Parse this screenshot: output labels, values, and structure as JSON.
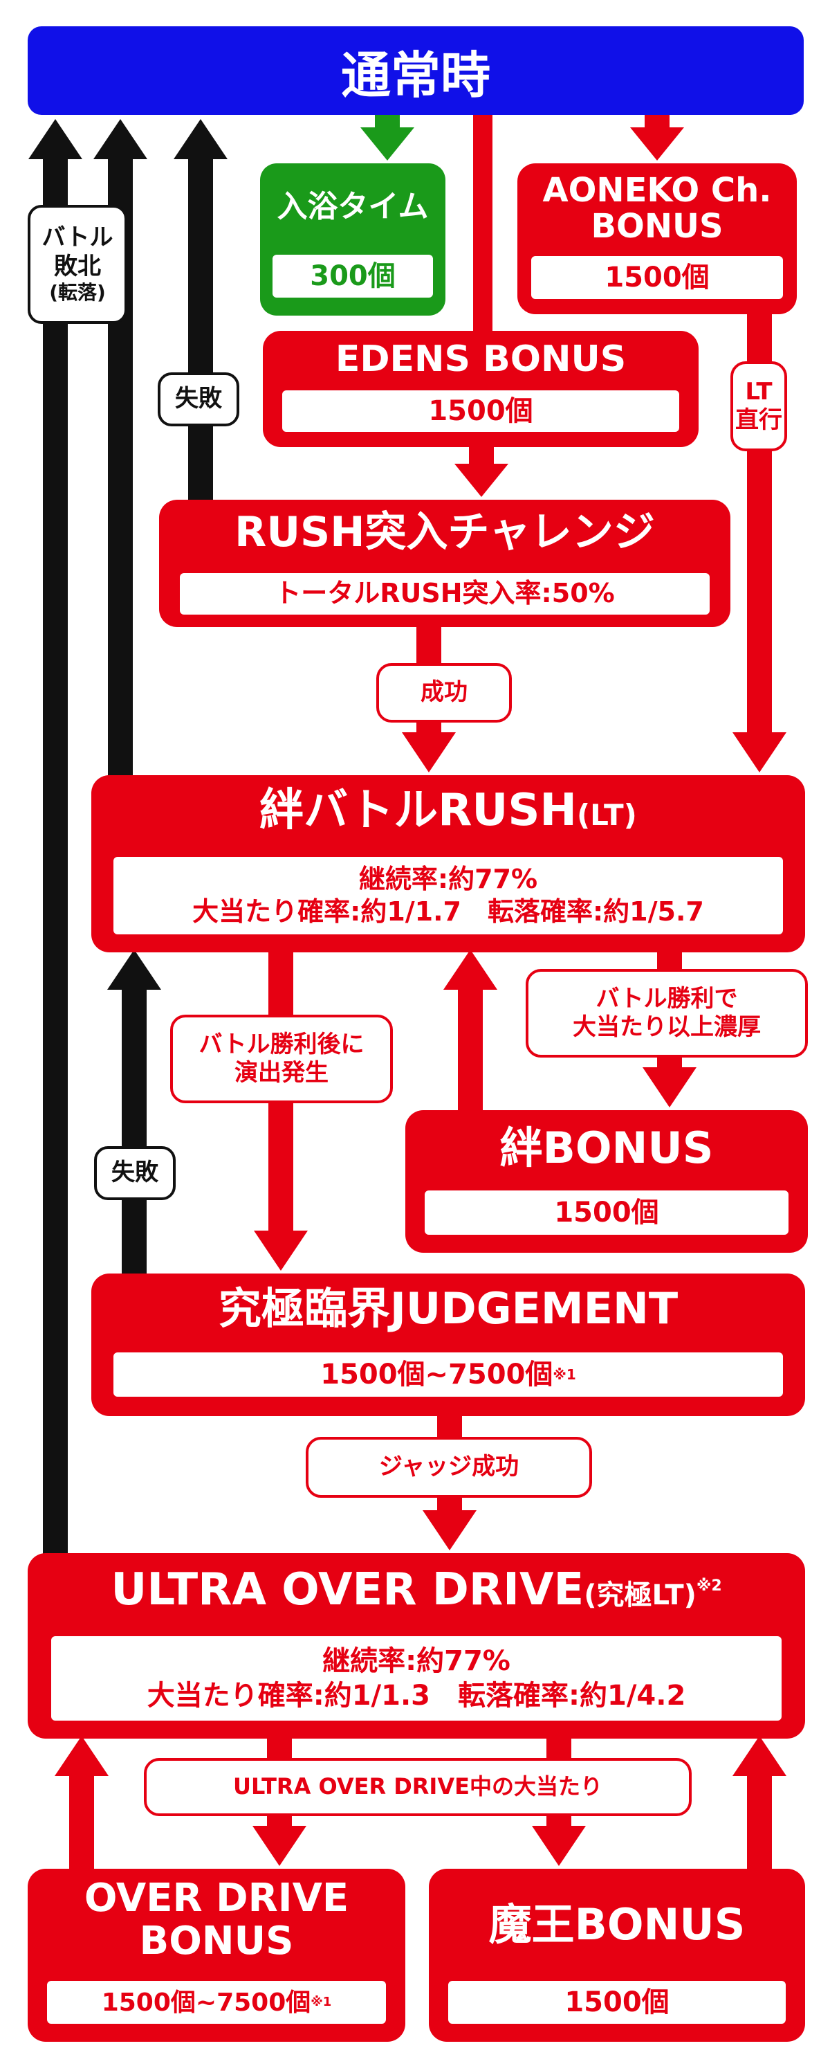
{
  "colors": {
    "red": "#e60012",
    "blue": "#1010e8",
    "green": "#1a9a1a",
    "black": "#111111",
    "white": "#ffffff"
  },
  "normal": {
    "title": "通常時"
  },
  "bath": {
    "title": "入浴タイム",
    "payout": "300個"
  },
  "aoneko": {
    "title_line1": "AONEKO Ch.",
    "title_line2": "BONUS",
    "payout": "1500個"
  },
  "edens": {
    "title": "EDENS BONUS",
    "payout": "1500個"
  },
  "rush_challenge": {
    "title": "RUSH突入チャレンジ",
    "info": "トータルRUSH突入率:50%"
  },
  "kizuna_rush": {
    "title": "絆バトルRUSH",
    "title_suffix": "(LT)",
    "info_line1": "継続率:約77%",
    "info_line2": "大当たり確率:約1/1.7　転落確率:約1/5.7"
  },
  "kizuna_bonus": {
    "title": "絆BONUS",
    "payout": "1500個"
  },
  "judgement": {
    "title": "究極臨界JUDGEMENT",
    "payout": "1500個~7500個",
    "note": "※1"
  },
  "ultra": {
    "title": "ULTRA OVER DRIVE",
    "title_suffix": "(究極LT)",
    "note": "※2",
    "info_line1": "継続率:約77%",
    "info_line2": "大当たり確率:約1/1.3　転落確率:約1/4.2"
  },
  "over_drive_bonus": {
    "title_line1": "OVER DRIVE",
    "title_line2": "BONUS",
    "payout": "1500個~7500個",
    "note": "※1"
  },
  "maou_bonus": {
    "title": "魔王BONUS",
    "payout": "1500個"
  },
  "labels": {
    "battle_defeat_line1": "バトル",
    "battle_defeat_line2": "敗北",
    "battle_defeat_line3": "(転落)",
    "fail_1": "失敗",
    "fail_2": "失敗",
    "lt_direct_line1": "LT",
    "lt_direct_line2": "直行",
    "success": "成功",
    "after_battle_line1": "バトル勝利後に",
    "after_battle_line2": "演出発生",
    "battle_win_line1": "バトル勝利で",
    "battle_win_line2": "大当たり以上濃厚",
    "judge_success": "ジャッジ成功",
    "ultra_hit": "ULTRA OVER DRIVE中の大当たり"
  }
}
